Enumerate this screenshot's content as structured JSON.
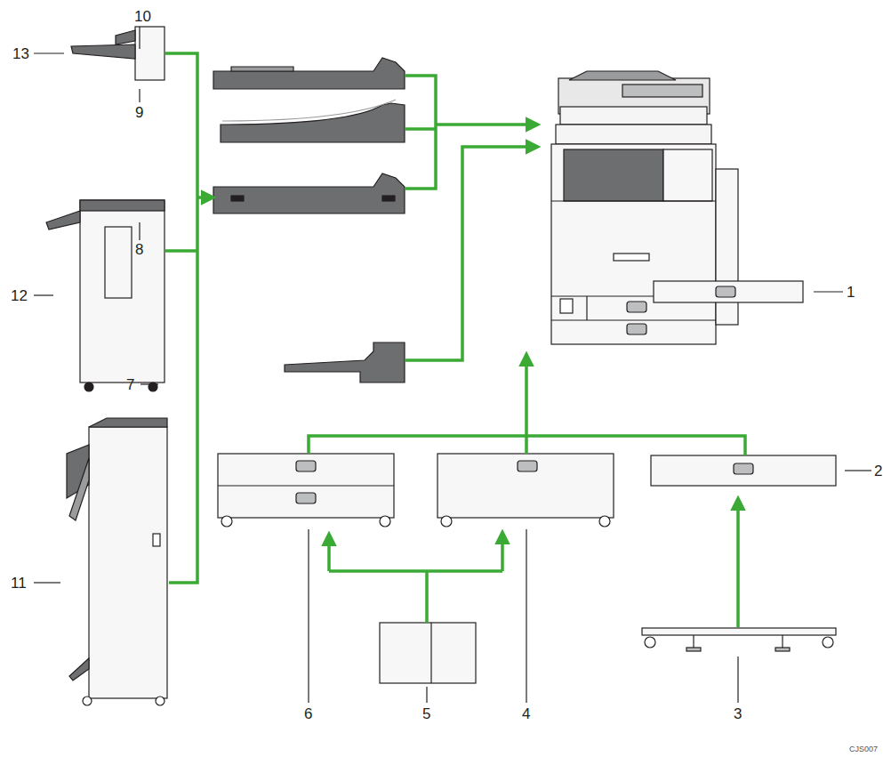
{
  "diagram": {
    "labels": [
      "10",
      "13",
      "9",
      "8",
      "7",
      "12",
      "1",
      "2",
      "11",
      "6",
      "5",
      "4",
      "3",
      "CJS007"
    ]
  }
}
